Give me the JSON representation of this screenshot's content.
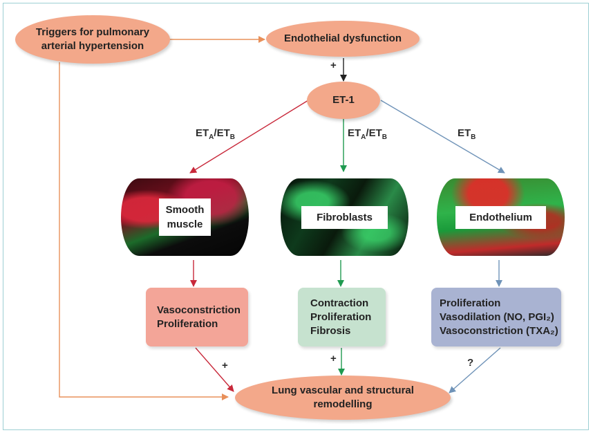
{
  "nodes": {
    "triggers": [
      "Triggers for pulmonary",
      "arterial hypertension"
    ],
    "endothelial_dysfunction": "Endothelial dysfunction",
    "et1": "ET-1",
    "remodelling": [
      "Lung vascular and structural",
      "remodelling"
    ]
  },
  "receptor_labels": {
    "left": {
      "a": "ET",
      "a_sub": "A",
      "slash": "/ET",
      "b_sub": "B"
    },
    "center": {
      "a": "ET",
      "a_sub": "A",
      "slash": "/ET",
      "b_sub": "B"
    },
    "right": {
      "a": "ET",
      "b_sub": "B"
    }
  },
  "cells": {
    "smooth_muscle": [
      "Smooth",
      "muscle"
    ],
    "fibroblasts": "Fibroblasts",
    "endothelium": "Endothelium"
  },
  "effects": {
    "smooth_muscle": [
      "Vasoconstriction",
      "Proliferation"
    ],
    "fibroblasts": [
      "Contraction",
      "Proliferation",
      "Fibrosis"
    ],
    "endothelium": [
      "Proliferation",
      "Vasodilation (NO, PGI₂)",
      "Vasoconstriction (TXA₂)"
    ]
  },
  "signs": {
    "plus_top": "+",
    "plus_left": "+",
    "plus_center": "+",
    "question": "?"
  },
  "colors": {
    "node_fill": "#f3a88a",
    "orange_arrow": "#e8905a",
    "red_arrow": "#c8283a",
    "green_arrow": "#1f9a50",
    "blue_arrow": "#6f93b8",
    "black_arrow": "#222222"
  }
}
